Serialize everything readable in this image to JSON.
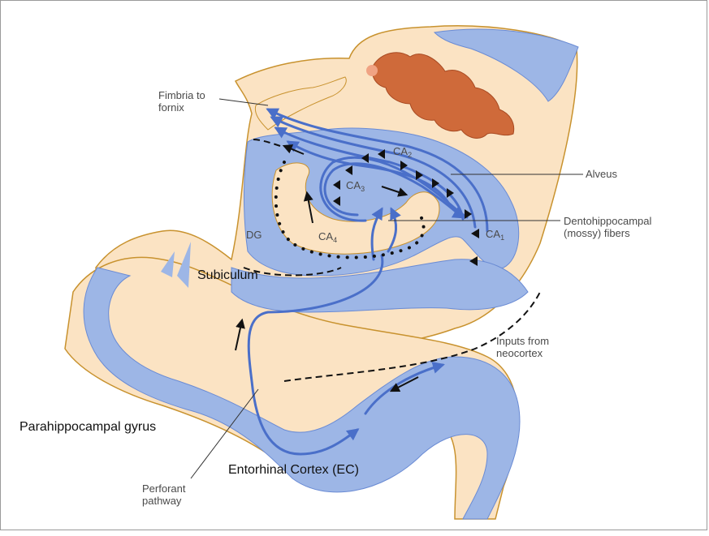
{
  "colors": {
    "tissue": "#fbe3c3",
    "tissue_edge": "#c8922e",
    "cortex": "#9db6e6",
    "pathway": "#4a6fc9",
    "plexus": "#cf6a3a",
    "label_gray": "#4a4a4a",
    "label_black": "#111111"
  },
  "labels": {
    "fimbria_line1": "Fimbria to",
    "fimbria_line2": "fornix",
    "ca2": "CA",
    "ca2_sub": "2",
    "ca3": "CA",
    "ca3_sub": "3",
    "ca4": "CA",
    "ca4_sub": "4",
    "ca1": "CA",
    "ca1_sub": "1",
    "dg": "DG",
    "alveus": "Alveus",
    "mossy_line1": "Dentohippocampal",
    "mossy_line2": "(mossy) fibers",
    "inputs_line1": "Inputs from",
    "inputs_line2": "neocortex",
    "perforant_line1": "Perforant",
    "perforant_line2": "pathway",
    "subiculum": "Subiculum",
    "parahippocampal": "Parahippocampal gyrus",
    "entorhinal": "Entorhinal Cortex (EC)"
  }
}
